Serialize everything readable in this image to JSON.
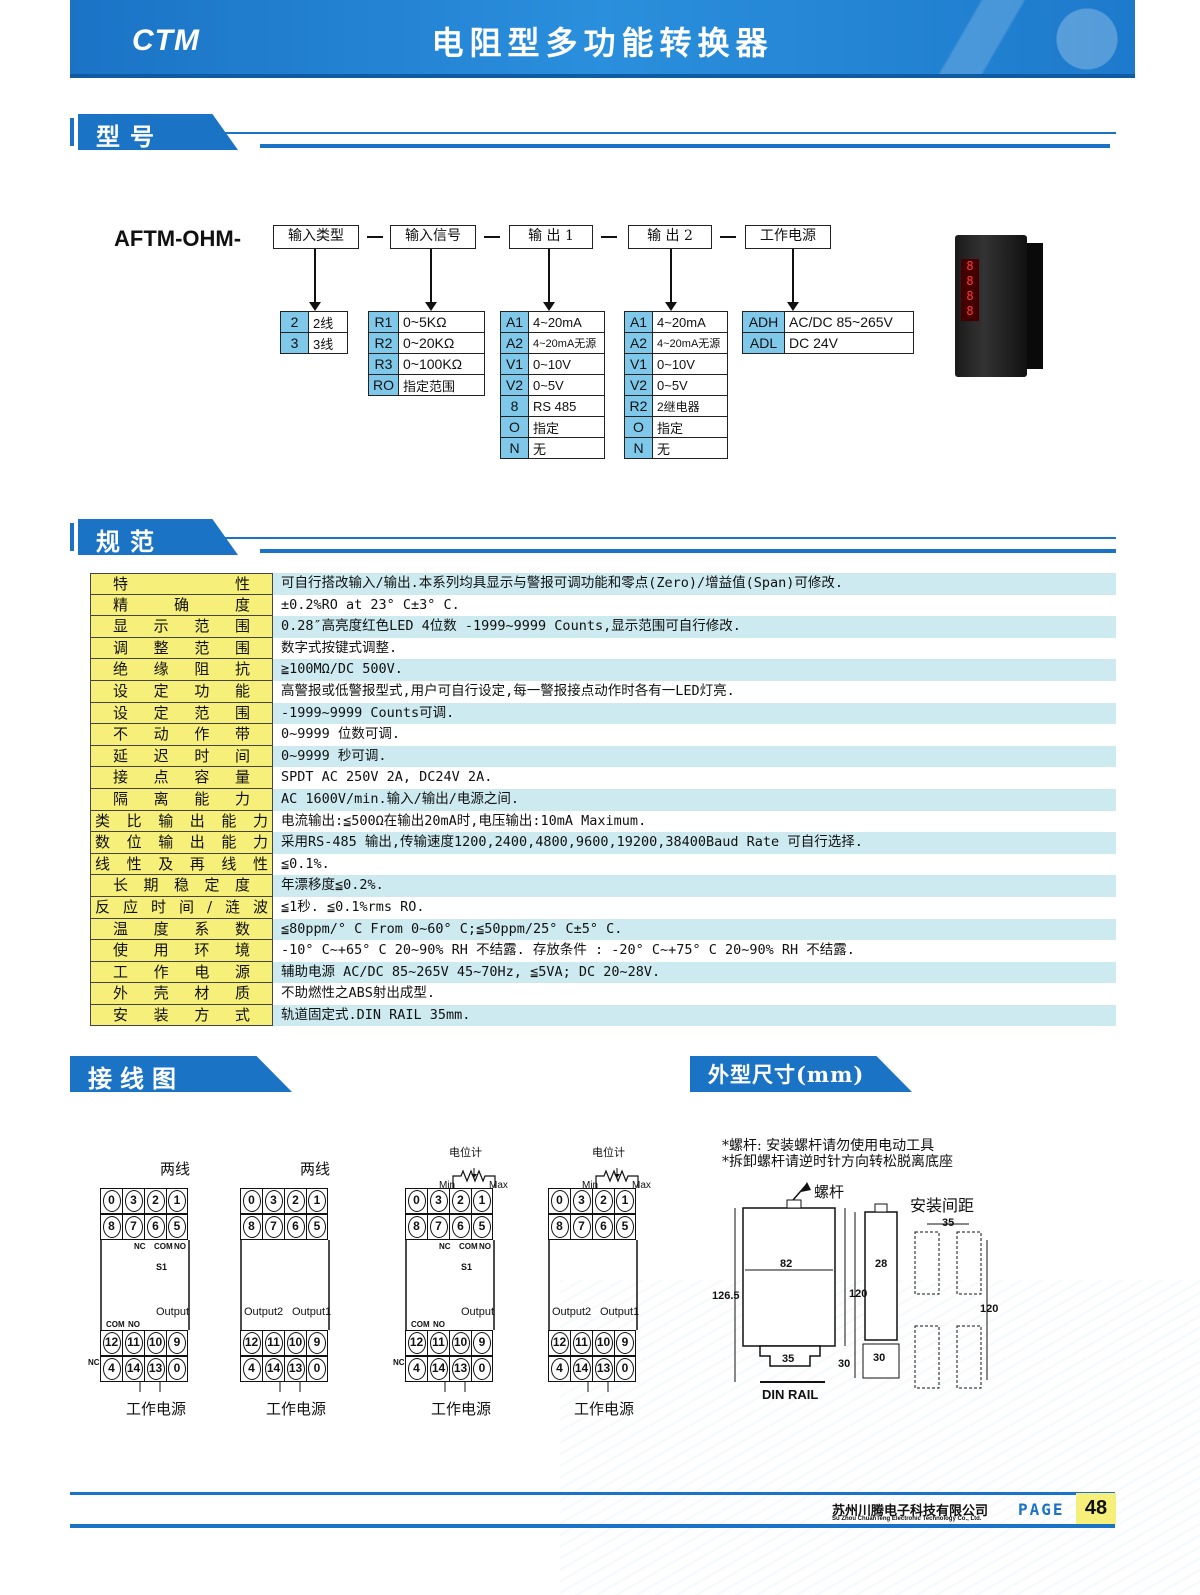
{
  "header": {
    "logo": "CTM",
    "title": "电阻型多功能转换器"
  },
  "sections": {
    "model": "型号",
    "spec": "规范",
    "wiring": "接线图",
    "dims": "外型尺寸(mm)"
  },
  "model": {
    "prefix": "AFTM-OHM-",
    "fields": [
      "输入类型",
      "输入信号",
      "输 出 1",
      "输 出 2",
      "工作电源"
    ],
    "input_type": [
      [
        "2",
        "2线"
      ],
      [
        "3",
        "3线"
      ]
    ],
    "input_signal": [
      [
        "R1",
        "0~5KΩ"
      ],
      [
        "R2",
        "0~20KΩ"
      ],
      [
        "R3",
        "0~100KΩ"
      ],
      [
        "RO",
        "指定范围"
      ]
    ],
    "output1": [
      [
        "A1",
        "4~20mA"
      ],
      [
        "A2",
        "4~20mA无源"
      ],
      [
        "V1",
        "0~10V"
      ],
      [
        "V2",
        "0~5V"
      ],
      [
        "8",
        "RS 485"
      ],
      [
        "O",
        "指定"
      ],
      [
        "N",
        "无"
      ]
    ],
    "output2": [
      [
        "A1",
        "4~20mA"
      ],
      [
        "A2",
        "4~20mA无源"
      ],
      [
        "V1",
        "0~10V"
      ],
      [
        "V2",
        "0~5V"
      ],
      [
        "R2",
        "2继电器"
      ],
      [
        "O",
        "指定"
      ],
      [
        "N",
        "无"
      ]
    ],
    "power": [
      [
        "ADH",
        "AC/DC 85~265V"
      ],
      [
        "ADL",
        "DC 24V"
      ]
    ]
  },
  "specs": [
    [
      "特性",
      "可自行搭改输入/输出.本系列均具显示与警报可调功能和零点(Zero)/增益值(Span)可修改."
    ],
    [
      "精确度",
      "±0.2%RO at 23° C±3° C."
    ],
    [
      "显示范围",
      "0.28″高亮度红色LED  4位数 -1999~9999  Counts,显示范围可自行修改."
    ],
    [
      "调整范围",
      "数字式按键式调整."
    ],
    [
      "绝缘阻抗",
      "≧100MΩ/DC 500V."
    ],
    [
      "设定功能",
      "高警报或低警报型式,用户可自行设定,每一警报接点动作时各有一LED灯亮."
    ],
    [
      "设定范围",
      "-1999~9999  Counts可调."
    ],
    [
      "不动作带",
      "0~9999 位数可调."
    ],
    [
      "延迟时间",
      "0~9999 秒可调."
    ],
    [
      "接点容量",
      "SPDT AC 250V 2A, DC24V 2A."
    ],
    [
      "隔离能力",
      "AC 1600V/min.输入/输出/电源之间."
    ],
    [
      "类比输出能力",
      "电流输出:≦500Ω在输出20mA时,电压输出:10mA Maximum."
    ],
    [
      "数位输出能力",
      "采用RS-485 输出,传输速度1200,2400,4800,9600,19200,38400Baud Rate 可自行选择."
    ],
    [
      "线性及再线性",
      "≦0.1%."
    ],
    [
      "长期稳定度",
      "年漂移度≦0.2%."
    ],
    [
      "反应时间/涟波",
      "≦1秒. ≦0.1%rms RO."
    ],
    [
      "温度系数",
      "≦80ppm/° C From 0~60° C;≦50ppm/25° C±5° C."
    ],
    [
      "使用环境",
      "-10° C~+65° C  20~90% RH 不结露. 存放条件 : -20° C~+75° C  20~90% RH 不结露."
    ],
    [
      "工作电源",
      "辅助电源 AC/DC 85~265V 45~70Hz, ≦5VA;   DC 20~28V."
    ],
    [
      "外壳材质",
      "不助燃性之ABS射出成型."
    ],
    [
      "安装方式",
      "轨道固定式.DIN RAIL 35mm."
    ]
  ],
  "wiring": {
    "labels": [
      "两线",
      "两线",
      "电位计",
      "电位计"
    ],
    "power_label": "工作电源",
    "row_top": [
      "0",
      "3",
      "2",
      "1"
    ],
    "row_2": [
      "8",
      "7",
      "6",
      "5"
    ],
    "row_3": [
      "12",
      "11",
      "10",
      "9"
    ],
    "row_4": [
      "4",
      "14",
      "13",
      "0"
    ],
    "relay_labels": [
      "NC",
      "COM",
      "NO",
      "S1"
    ],
    "output": "Output",
    "output1": "Output1",
    "output2": "Output2",
    "min": "Min",
    "max": "Max",
    "com": "COM",
    "no": "NO",
    "nc": "NC",
    "minus": "−",
    "plus": "+"
  },
  "dims": {
    "notes": [
      "*螺杆: 安装螺杆请勿使用电动工具",
      "*拆卸螺杆请逆时针方向转松脱离底座"
    ],
    "screw": "螺杆",
    "spacing": "安装间距",
    "w": "82",
    "h": "126.5",
    "h2": "120",
    "d": "28",
    "rail": "35",
    "rh": "30",
    "rw": "30",
    "sp_w": "35",
    "sp_h": "120",
    "din": "DIN RAIL"
  },
  "footer": {
    "company": "苏州川腾电子科技有限公司",
    "company_en": "Su Zhou ChuanTeng Electronic Technology Co., Ltd.",
    "page_label": "PAGE",
    "page": "48"
  },
  "colors": {
    "brand_blue": "#1b73c6",
    "code_cell": "#7fc8ea",
    "key_yellow": "#f6ef7a",
    "row_tint": "#cdeaf0"
  }
}
